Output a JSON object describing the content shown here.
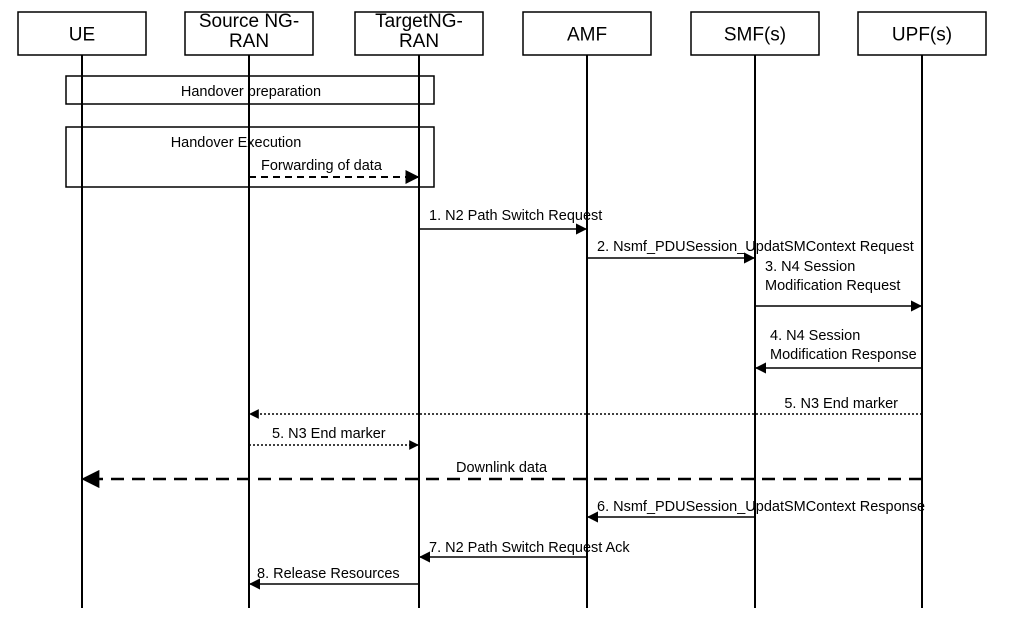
{
  "entities": [
    {
      "id": "ue",
      "lines": [
        "UE"
      ]
    },
    {
      "id": "source-ng-ran",
      "lines": [
        "Source NG-",
        "RAN"
      ]
    },
    {
      "id": "target-ng-ran",
      "lines": [
        "TargetNG-",
        "RAN"
      ]
    },
    {
      "id": "amf",
      "lines": [
        "AMF"
      ]
    },
    {
      "id": "smf",
      "lines": [
        "SMF(s)"
      ]
    },
    {
      "id": "upf",
      "lines": [
        "UPF(s)"
      ]
    }
  ],
  "groups": [
    {
      "id": "handover-preparation",
      "label": "Handover preparation"
    },
    {
      "id": "handover-execution",
      "label": "Handover Execution"
    }
  ],
  "messages": [
    {
      "id": "forwarding-of-data",
      "from": "source-ng-ran",
      "to": "target-ng-ran",
      "style": "dashed",
      "lines": [
        "Forwarding of data"
      ]
    },
    {
      "id": "n2-path-switch-request",
      "from": "target-ng-ran",
      "to": "amf",
      "style": "solid",
      "lines": [
        "1. N2 Path Switch Request"
      ]
    },
    {
      "id": "nsmf-updatsmcontext-request",
      "from": "amf",
      "to": "smf",
      "style": "solid",
      "lines": [
        "2. Nsmf_PDUSession_UpdatSMContext Request"
      ]
    },
    {
      "id": "n4-session-modification-request",
      "from": "smf",
      "to": "upf",
      "style": "solid",
      "lines": [
        "3. N4 Session",
        "Modification Request"
      ]
    },
    {
      "id": "n4-session-modification-response",
      "from": "upf",
      "to": "smf",
      "style": "solid",
      "lines": [
        "4. N4 Session",
        "Modification Response"
      ]
    },
    {
      "id": "n3-end-marker-upf",
      "from": "upf",
      "to": "source-ng-ran",
      "style": "dotted",
      "lines": [
        "5. N3 End marker"
      ]
    },
    {
      "id": "n3-end-marker-source",
      "from": "source-ng-ran",
      "to": "target-ng-ran",
      "style": "dotted",
      "lines": [
        "5. N3 End marker"
      ]
    },
    {
      "id": "downlink-data",
      "from": "upf",
      "to": "ue",
      "style": "long-dashed",
      "lines": [
        "Downlink data"
      ]
    },
    {
      "id": "nsmf-updatsmcontext-response",
      "from": "smf",
      "to": "amf",
      "style": "solid",
      "lines": [
        "6. Nsmf_PDUSession_UpdatSMContext Response"
      ]
    },
    {
      "id": "n2-path-switch-request-ack",
      "from": "amf",
      "to": "target-ng-ran",
      "style": "solid",
      "lines": [
        "7. N2 Path Switch Request Ack"
      ]
    },
    {
      "id": "release-resources",
      "from": "target-ng-ran",
      "to": "source-ng-ran",
      "style": "solid",
      "lines": [
        "8. Release Resources"
      ]
    }
  ]
}
